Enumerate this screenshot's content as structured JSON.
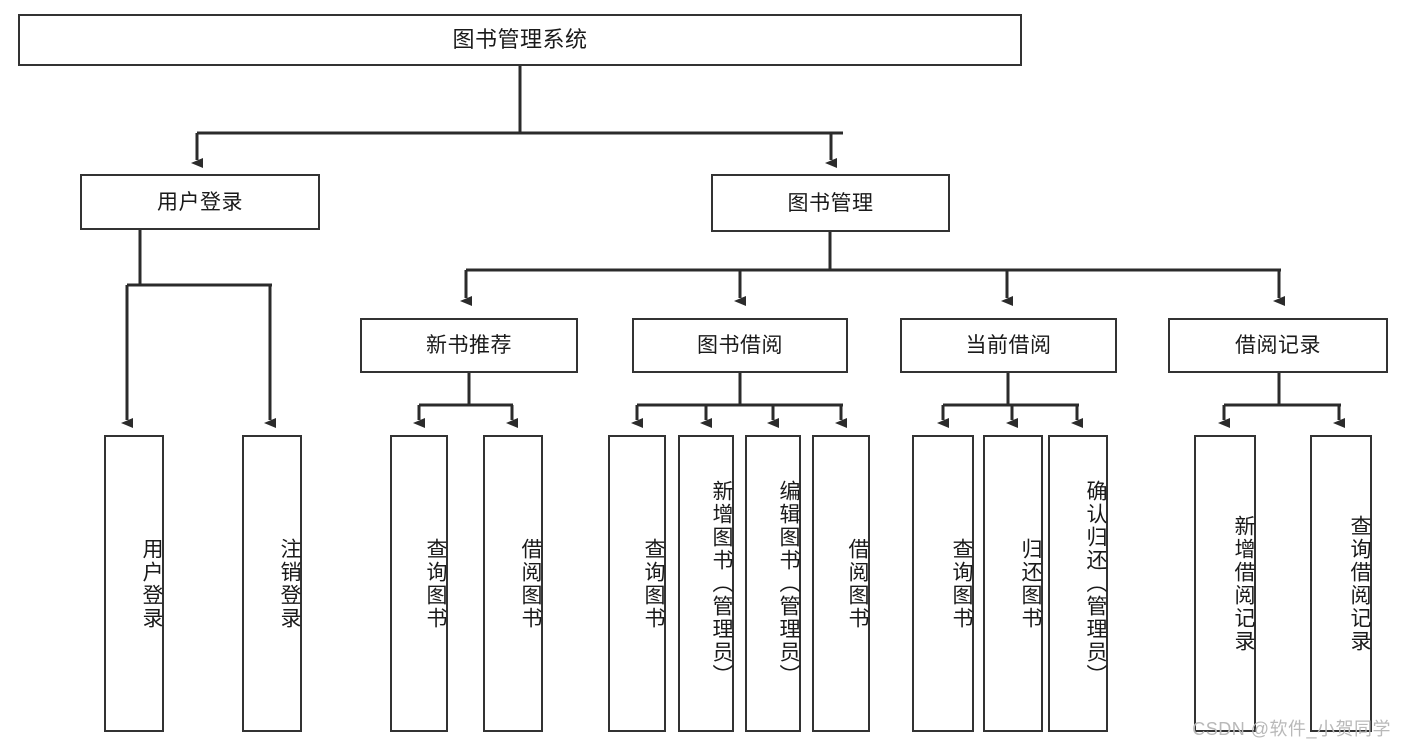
{
  "diagram": {
    "title": "图书管理系统",
    "type": "tree-hierarchy-diagram",
    "background_color": "#ffffff",
    "box_border_color": "#333333",
    "text_color": "#1a1a1a",
    "watermark": "CSDN @软件_小贺同学"
  },
  "root": {
    "label": "图书管理系统"
  },
  "level1": [
    {
      "label": "用户登录"
    },
    {
      "label": "图书管理"
    }
  ],
  "level2": [
    {
      "label": "新书推荐"
    },
    {
      "label": "图书借阅"
    },
    {
      "label": "当前借阅"
    },
    {
      "label": "借阅记录"
    }
  ],
  "leaves_user_login": [
    {
      "label": "用户登录"
    },
    {
      "label": "注销登录"
    }
  ],
  "leaves_new_book": [
    {
      "label": "查询图书"
    },
    {
      "label": "借阅图书"
    }
  ],
  "leaves_borrow": [
    {
      "label": "查询图书"
    },
    {
      "label": "新增图书（管理员）"
    },
    {
      "label": "编辑图书（管理员）"
    },
    {
      "label": "借阅图书"
    }
  ],
  "leaves_current": [
    {
      "label": "查询图书"
    },
    {
      "label": "归还图书"
    },
    {
      "label": "确认归还（管理员）"
    }
  ],
  "leaves_record": [
    {
      "label": "新增借阅记录"
    },
    {
      "label": "查询借阅记录"
    }
  ]
}
